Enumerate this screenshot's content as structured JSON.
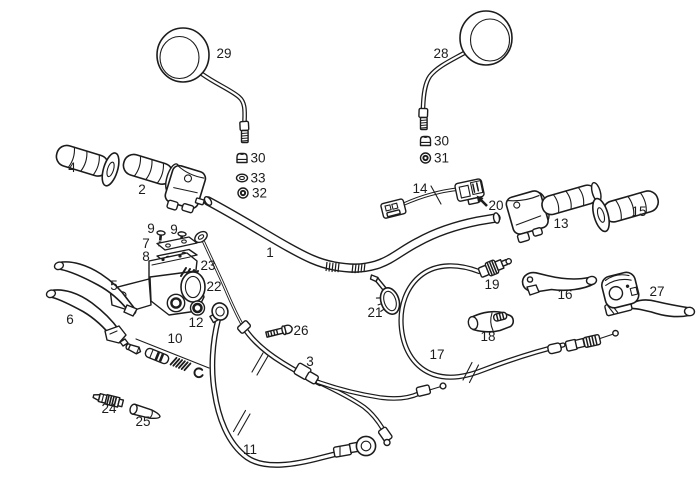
{
  "diagram": {
    "background": "#ffffff",
    "line_color": "#1c1c1c",
    "type": "exploded-parts-diagram-handlebar-controls",
    "labels": [
      {
        "text": "29"
      },
      {
        "text": "28"
      },
      {
        "text": "30"
      },
      {
        "text": "33"
      },
      {
        "text": "32"
      },
      {
        "text": "30"
      },
      {
        "text": "31"
      },
      {
        "text": "4"
      },
      {
        "text": "2"
      },
      {
        "text": "1"
      },
      {
        "text": "14"
      },
      {
        "text": "20"
      },
      {
        "text": "13"
      },
      {
        "text": "15"
      },
      {
        "text": "9"
      },
      {
        "text": "9"
      },
      {
        "text": "7"
      },
      {
        "text": "8"
      },
      {
        "text": "23"
      },
      {
        "text": "22"
      },
      {
        "text": "5"
      },
      {
        "text": "12"
      },
      {
        "text": "6"
      },
      {
        "text": "10"
      },
      {
        "text": "26"
      },
      {
        "text": "3"
      },
      {
        "text": "24"
      },
      {
        "text": "25"
      },
      {
        "text": "11"
      },
      {
        "text": "21"
      },
      {
        "text": "19"
      },
      {
        "text": "18"
      },
      {
        "text": "17"
      },
      {
        "text": "16"
      },
      {
        "text": "27"
      }
    ]
  }
}
